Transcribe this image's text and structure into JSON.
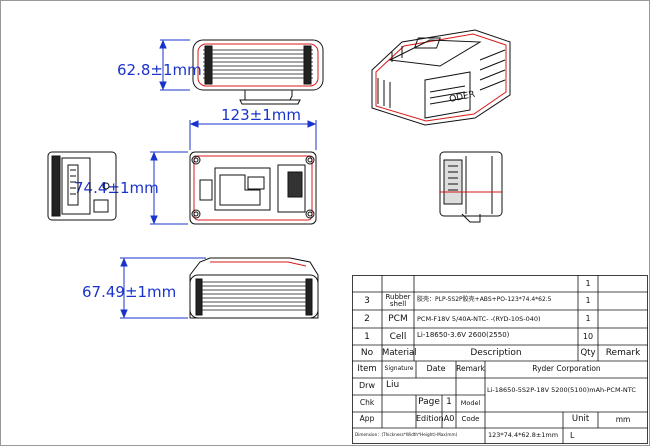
{
  "dimensions": {
    "height": "62.8±1mm",
    "length": "123±1mm",
    "width": "74.4±1mm",
    "side_height": "67.49±1mm"
  },
  "colors": {
    "outline": "#111111",
    "dimension_line": "#1a33cc",
    "highlight_edge": "#d81818"
  },
  "bom": {
    "rows": [
      {
        "item": "",
        "material": "",
        "description": "",
        "qty": "1"
      },
      {
        "item": "3",
        "material_line1": "Rubber",
        "material_line2": "shell",
        "description": "胶壳：PLP-5S2P胶壳+ABS+PO-123*74.4*62.5",
        "qty": "1"
      },
      {
        "item": "2",
        "material": "PCM",
        "description": "PCM-F18V 5/40A-NTC- -(RYD-10S-040)",
        "qty": "1"
      },
      {
        "item": "1",
        "material": "Cell",
        "description": "Li-18650-3.6V 2600(2550)",
        "qty": "10"
      }
    ],
    "header": {
      "item": "No",
      "material": "Material",
      "description": "Description",
      "qty": "Qty",
      "remark": "Remark"
    }
  },
  "title_block": {
    "item_label": "Item",
    "signature_label": "Signature",
    "date_label": "Date",
    "remark_label": "Remark",
    "company": "Ryder Corporation",
    "drw_label": "Drw",
    "drw_value": "Liu",
    "chk_label": "Chk",
    "app_label": "App",
    "page_label": "Page",
    "page_value": "1",
    "model_label": "Model",
    "model_value": "Li-18650-5S2P-18V 5200(5100)mAh-PCM-NTC",
    "edition_label": "Edition",
    "edition_value": "A0",
    "code_label": "Code",
    "unit_label": "Unit",
    "unit_value": "mm",
    "dimension_label": "Dimension：(Thickness*Width*Height)-Max(mm)",
    "dimension_value": "123*74.4*62.8±1mm",
    "size_value": "L"
  }
}
